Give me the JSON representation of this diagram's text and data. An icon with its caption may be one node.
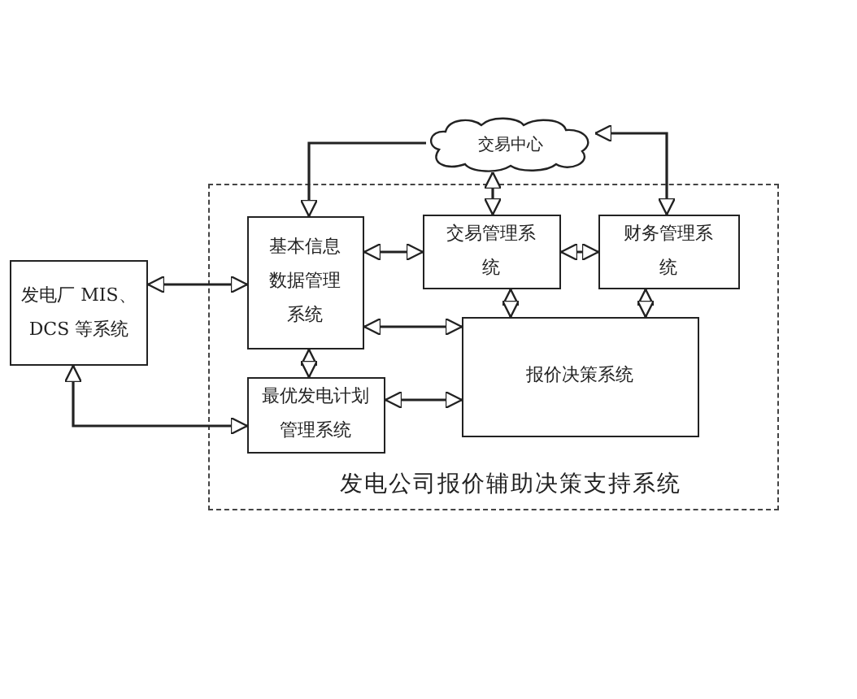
{
  "diagram": {
    "nodes": [
      {
        "text": [
          "交易中心"
        ]
      },
      {
        "text": [
          "发电厂 MIS、DCS 等系统"
        ]
      },
      {
        "text": [
          "发电公司报价辅助决策支持系统"
        ]
      },
      {
        "text": [
          "基本信息数据管理系统"
        ],
        "in": 2
      },
      {
        "text": [
          "交易管理系统"
        ],
        "in": 2
      },
      {
        "text": [
          "财务管理系统"
        ],
        "in": 2
      },
      {
        "text": [
          "报价决策系统"
        ],
        "in": 2
      },
      {
        "text": [
          "最优发电计划管理系统"
        ],
        "in": 2
      }
    ],
    "edges": [
      {
        "from": 0,
        "to": 3,
        "arrow": "to"
      },
      {
        "from": 0,
        "to": 4,
        "arrow": "both"
      },
      {
        "from": 0,
        "to": 5,
        "arrow": "both"
      },
      {
        "from": 1,
        "to": 3,
        "arrow": "both"
      },
      {
        "from": 3,
        "to": 4,
        "arrow": "both"
      },
      {
        "from": 4,
        "to": 5,
        "arrow": "both"
      },
      {
        "from": 3,
        "to": 7,
        "arrow": "both"
      },
      {
        "from": 4,
        "to": 6,
        "arrow": "both"
      },
      {
        "from": 5,
        "to": 6,
        "arrow": "both"
      },
      {
        "from": 6,
        "to": 3,
        "arrow": "both"
      },
      {
        "from": 7,
        "to": 6,
        "arrow": "both"
      },
      {
        "from": 1,
        "to": 7,
        "arrow": "both"
      }
    ]
  }
}
